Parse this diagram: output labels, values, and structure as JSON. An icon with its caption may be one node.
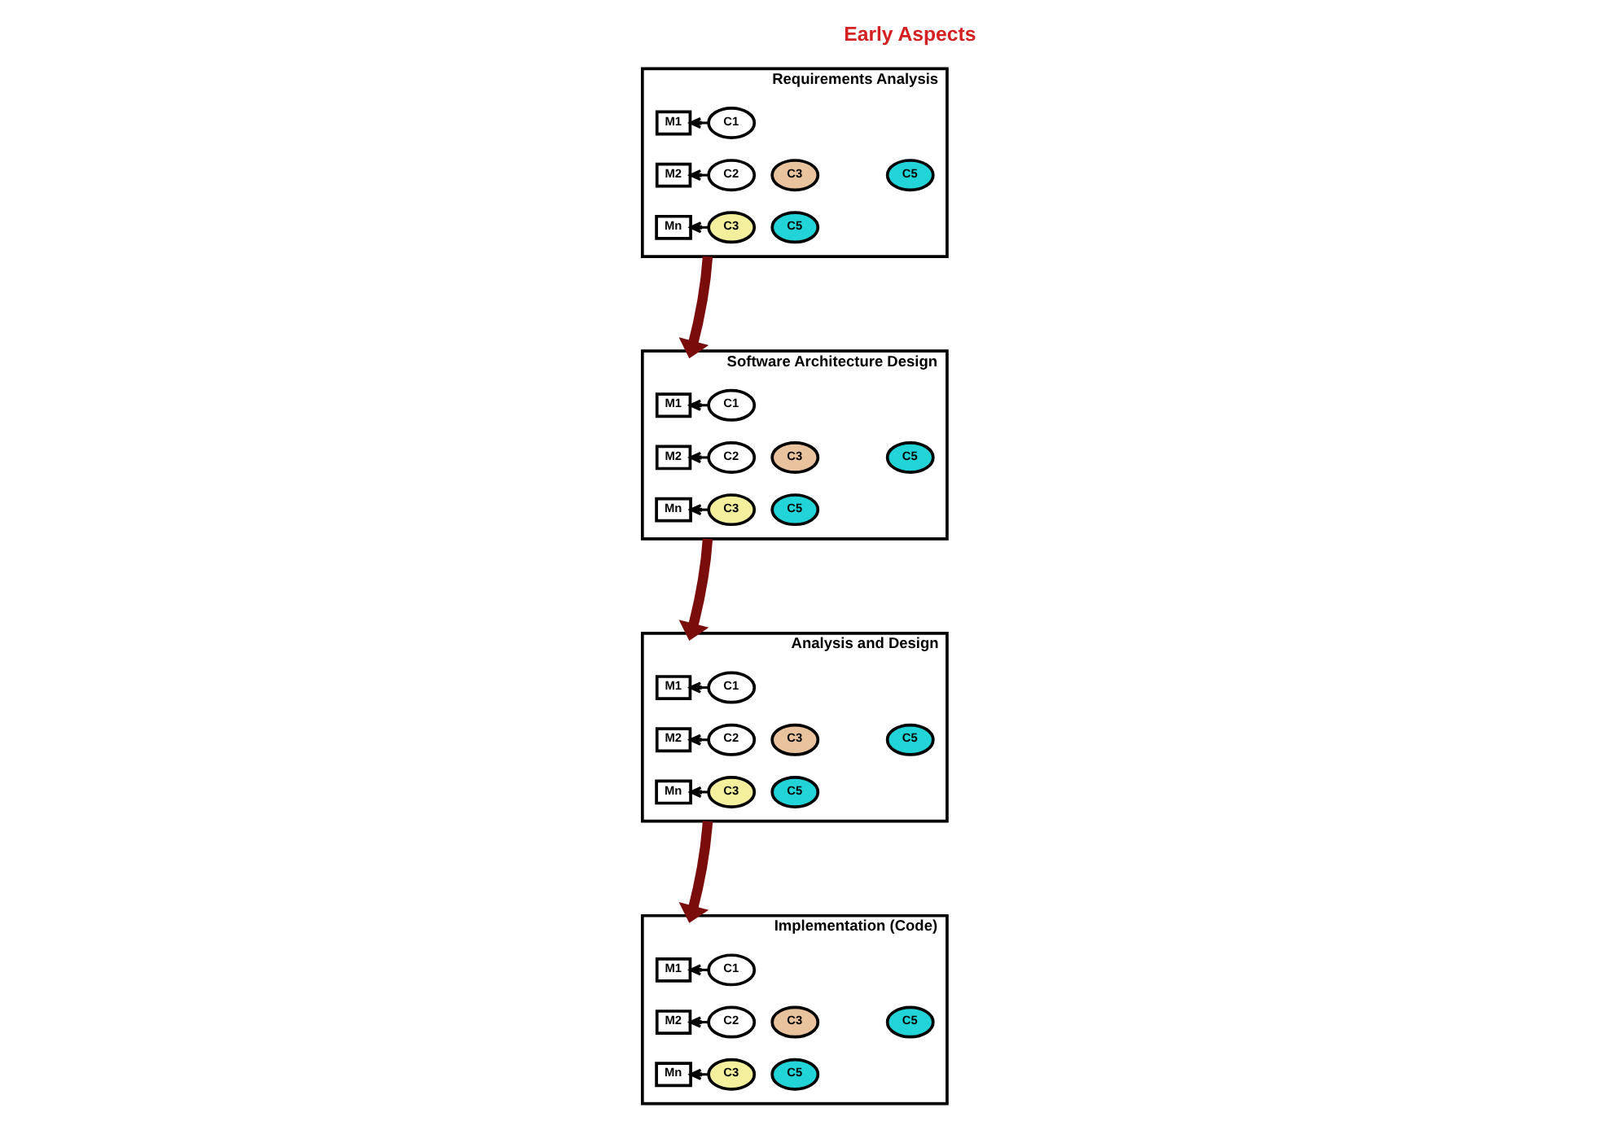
{
  "diagram": {
    "nodes": [
      {
        "text": [
          "Requirements Analysis"
        ]
      },
      {
        "text": [
          "M1"
        ],
        "in": 0
      },
      {
        "text": [
          "C1"
        ],
        "in": 0
      },
      {
        "text": [
          "M2"
        ],
        "in": 0
      },
      {
        "text": [
          "C2"
        ],
        "in": 0
      },
      {
        "text": [
          "C3"
        ],
        "in": 0
      },
      {
        "text": [
          "C5"
        ],
        "in": 0
      },
      {
        "text": [
          "Mn"
        ],
        "in": 0
      },
      {
        "text": [
          "C3"
        ],
        "in": 0
      },
      {
        "text": [
          "C5"
        ],
        "in": 0
      },
      {
        "text": [
          "Software Architecture Design"
        ]
      },
      {
        "text": [
          "M1"
        ],
        "in": 10
      },
      {
        "text": [
          "C1"
        ],
        "in": 10
      },
      {
        "text": [
          "M2"
        ],
        "in": 10
      },
      {
        "text": [
          "C2"
        ],
        "in": 10
      },
      {
        "text": [
          "C3"
        ],
        "in": 10
      },
      {
        "text": [
          "C5"
        ],
        "in": 10
      },
      {
        "text": [
          "Mn"
        ],
        "in": 10
      },
      {
        "text": [
          "C3"
        ],
        "in": 10
      },
      {
        "text": [
          "C5"
        ],
        "in": 10
      },
      {
        "text": [
          "Analysis and Design"
        ]
      },
      {
        "text": [
          "M1"
        ],
        "in": 20
      },
      {
        "text": [
          "C1"
        ],
        "in": 20
      },
      {
        "text": [
          "M2"
        ],
        "in": 20
      },
      {
        "text": [
          "C2"
        ],
        "in": 20
      },
      {
        "text": [
          "C3"
        ],
        "in": 20
      },
      {
        "text": [
          "C5"
        ],
        "in": 20
      },
      {
        "text": [
          "Mn"
        ],
        "in": 20
      },
      {
        "text": [
          "C3"
        ],
        "in": 20
      },
      {
        "text": [
          "C5"
        ],
        "in": 20
      },
      {
        "text": [
          "Implementation (Code)"
        ]
      },
      {
        "text": [
          "M1"
        ],
        "in": 30
      },
      {
        "text": [
          "C1"
        ],
        "in": 30
      },
      {
        "text": [
          "M2"
        ],
        "in": 30
      },
      {
        "text": [
          "C2"
        ],
        "in": 30
      },
      {
        "text": [
          "C3"
        ],
        "in": 30
      },
      {
        "text": [
          "C5"
        ],
        "in": 30
      },
      {
        "text": [
          "Mn"
        ],
        "in": 30
      },
      {
        "text": [
          "C3"
        ],
        "in": 30
      },
      {
        "text": [
          "C5"
        ],
        "in": 30
      }
    ],
    "edges": [
      {
        "from": 2,
        "to": 1,
        "arrow": "to"
      },
      {
        "from": 4,
        "to": 3,
        "arrow": "to"
      },
      {
        "from": 8,
        "to": 7,
        "arrow": "to"
      },
      {
        "from": 0,
        "to": 10,
        "arrow": "to",
        "style": "thick",
        "color": "#7a0c0c"
      },
      {
        "from": 12,
        "to": 11,
        "arrow": "to"
      },
      {
        "from": 14,
        "to": 13,
        "arrow": "to"
      },
      {
        "from": 18,
        "to": 17,
        "arrow": "to"
      },
      {
        "from": 10,
        "to": 20,
        "arrow": "to",
        "style": "thick",
        "color": "#7a0c0c"
      },
      {
        "from": 22,
        "to": 21,
        "arrow": "to"
      },
      {
        "from": 24,
        "to": 23,
        "arrow": "to"
      },
      {
        "from": 28,
        "to": 27,
        "arrow": "to"
      },
      {
        "from": 20,
        "to": 30,
        "arrow": "to",
        "style": "thick",
        "color": "#7a0c0c"
      },
      {
        "from": 32,
        "to": 31,
        "arrow": "to"
      },
      {
        "from": 34,
        "to": 33,
        "arrow": "to"
      },
      {
        "from": 38,
        "to": 37,
        "arrow": "to"
      }
    ],
    "labels": [
      "Early Aspects"
    ]
  }
}
